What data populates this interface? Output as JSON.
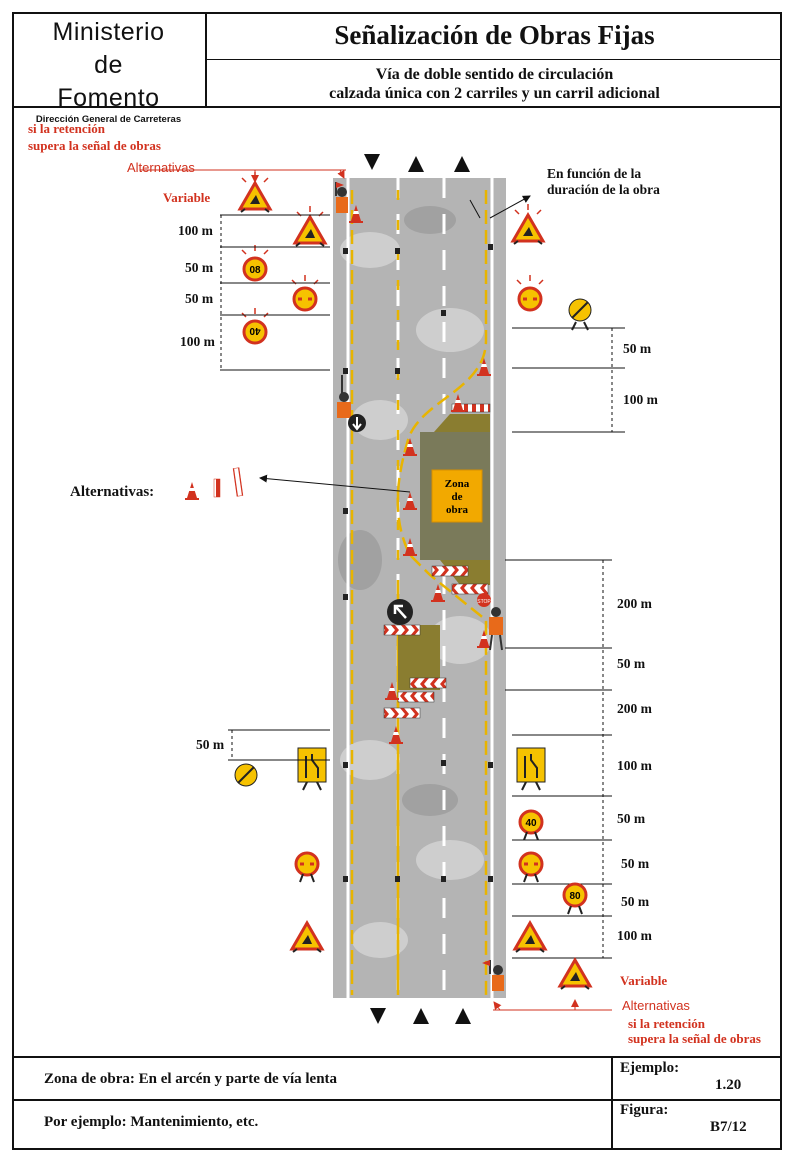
{
  "header": {
    "ministry_line1": "Ministerio",
    "ministry_line2": "de",
    "ministry_line3": "Fomento",
    "directorate": "Dirección General de Carreteras",
    "title": "Señalización de Obras Fijas",
    "subtitle_line1": "Vía de doble sentido de circulación",
    "subtitle_line2": "calzada única con 2 carriles y un carril adicional"
  },
  "top_left": {
    "retention_line1": "si la retención",
    "retention_line2": "supera la señal de obras",
    "alternativas": "Alternativas",
    "variable": "Variable",
    "distances": [
      "100 m",
      "50 m",
      "50 m",
      "100 m"
    ]
  },
  "top_right": {
    "note_line1": "En función de la",
    "note_line2": "duración de la obra",
    "distances": [
      "50 m",
      "100 m"
    ]
  },
  "middle": {
    "alternativas_label": "Alternativas:",
    "zone_line1": "Zona",
    "zone_line2": "de",
    "zone_line3": "obra",
    "stop_label": "STOP"
  },
  "lower_right": {
    "distances": [
      "200 m",
      "50 m",
      "200 m",
      "100 m",
      "50 m",
      "50 m",
      "50 m",
      "100 m"
    ]
  },
  "lower_left": {
    "distance": "50 m"
  },
  "bottom_right": {
    "variable": "Variable",
    "alternativas": "Alternativas",
    "retention_line1": "si la retención",
    "retention_line2": "supera la señal de obras"
  },
  "signs": {
    "speed_80": "80",
    "speed_40": "40",
    "speed_80_inv": "08",
    "speed_40_inv": "40"
  },
  "footer": {
    "zone_desc": "Zona de obra: En el arcén y parte de vía lenta",
    "example_desc": "Por ejemplo: Mantenimiento, etc.",
    "ejemplo_label": "Ejemplo:",
    "ejemplo_value": "1.20",
    "figura_label": "Figura:",
    "figura_value": "B7/12"
  },
  "colors": {
    "accent_red": "#d2321f",
    "road_gray": "#b4b4b4",
    "lane_yellow": "#e8b400",
    "zone_orange": "#f2a900"
  }
}
